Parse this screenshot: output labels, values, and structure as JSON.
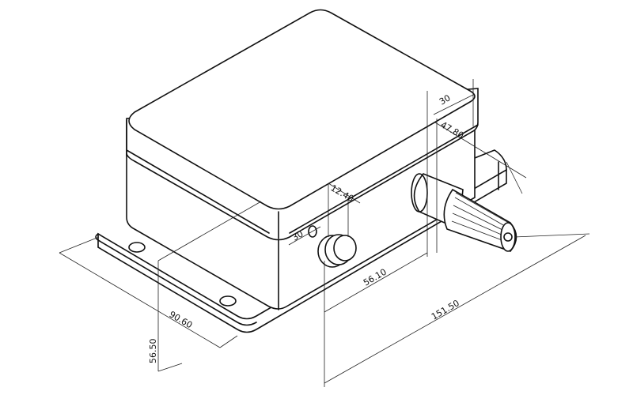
{
  "drawing": {
    "dimensions": {
      "overall_length": "151.50",
      "gland_offset": "56.10",
      "depth": "90.60",
      "height": "56.50",
      "gland_height": "47.80",
      "gland_top": "30",
      "button_offset": "12.40",
      "button_height": "30"
    },
    "line_color": "#111111"
  }
}
